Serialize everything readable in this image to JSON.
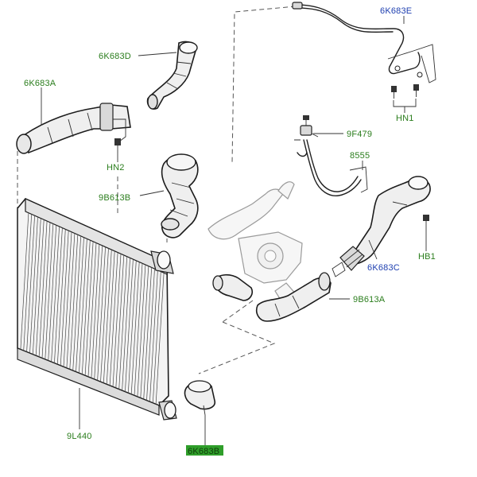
{
  "labels": {
    "p6K683E": "6K683E",
    "p6K683D": "6K683D",
    "p6K683A": "6K683A",
    "pHN1": "HN1",
    "pHN2": "HN2",
    "p9F479": "9F479",
    "p8555": "8555",
    "p9B613B": "9B613B",
    "pHB1": "HB1",
    "p6K683C": "6K683C",
    "p9B613A": "9B613A",
    "p9L440": "9L440",
    "p6K683B": "6K683B"
  },
  "colors": {
    "part_label_green": "#2a7d1c",
    "part_label_blue": "#1e3fb0",
    "highlight_bg": "#2f9e2a",
    "highlight_text": "#0f3d0a",
    "line_art": "#202020",
    "ghost_part": "#9a9a9a"
  },
  "highlighted_part": "6K683B"
}
